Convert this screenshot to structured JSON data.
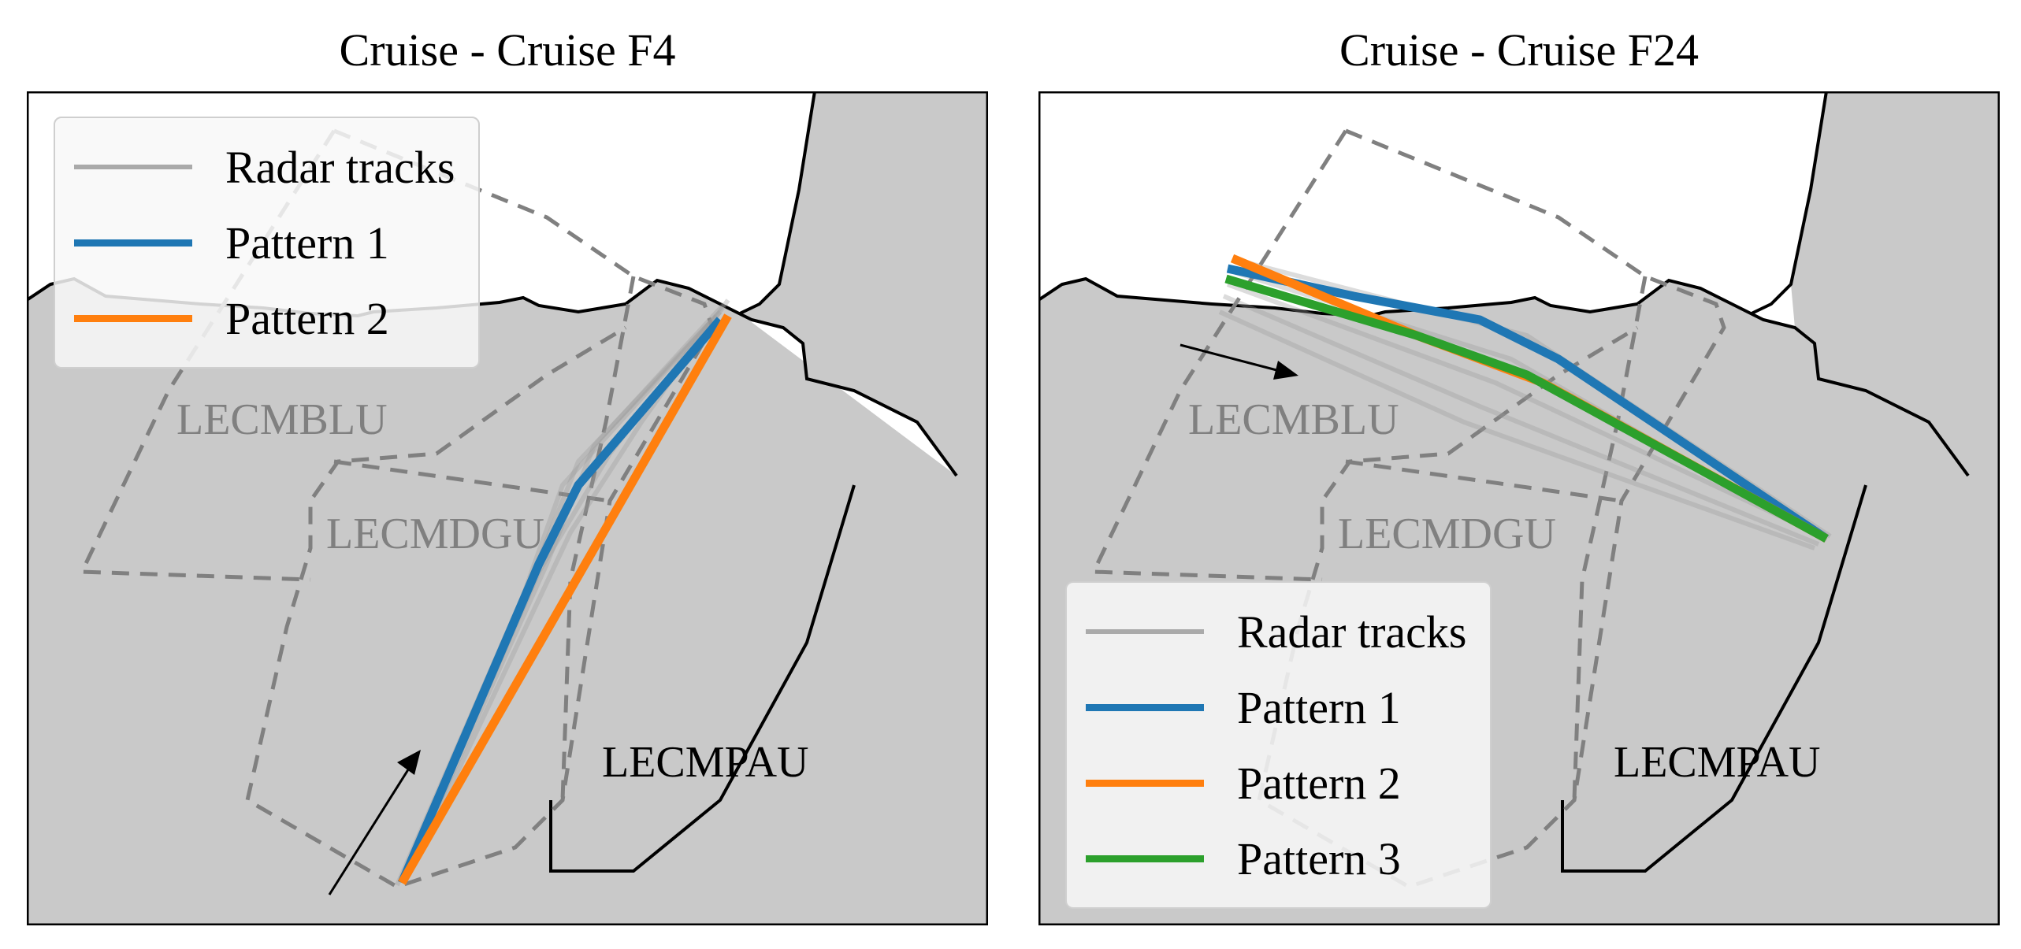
{
  "colors": {
    "land": "#c9c9c9",
    "sea": "#ffffff",
    "coast": "#000000",
    "sector_border": "#808080",
    "radar": "#9a9a9a",
    "pattern1": "#1f77b4",
    "pattern2": "#ff7f0e",
    "pattern3": "#2ca02c"
  },
  "panels": [
    {
      "title": "Cruise - Cruise F4",
      "sectors": [
        "LECMBLU",
        "LECMDGU",
        "LECMPAU"
      ],
      "legend": [
        {
          "label": "Radar tracks",
          "color": "#aaaaaa"
        },
        {
          "label": "Pattern 1",
          "color": "#1f77b4"
        },
        {
          "label": "Pattern 2",
          "color": "#ff7f0e"
        }
      ]
    },
    {
      "title": "Cruise - Cruise F24",
      "sectors": [
        "LECMBLU",
        "LECMDGU",
        "LECMPAU"
      ],
      "legend": [
        {
          "label": "Radar tracks",
          "color": "#aaaaaa"
        },
        {
          "label": "Pattern 1",
          "color": "#1f77b4"
        },
        {
          "label": "Pattern 2",
          "color": "#ff7f0e"
        },
        {
          "label": "Pattern 3",
          "color": "#2ca02c"
        }
      ]
    }
  ]
}
